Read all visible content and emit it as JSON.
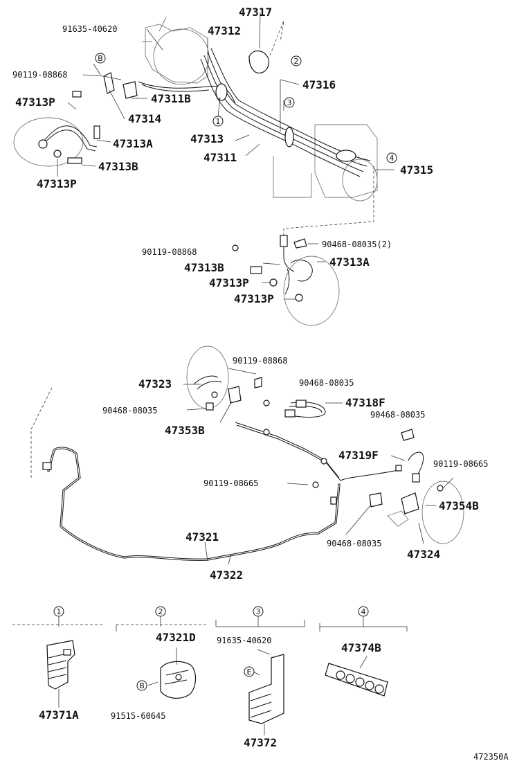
{
  "labels": {
    "p91635_40620_top": "91635-40620",
    "p47317": "47317",
    "p47312": "47312",
    "p90119_08868_a": "90119-08868",
    "p47311B": "47311B",
    "p47313P_a": "47313P",
    "p47314": "47314",
    "p47316": "47316",
    "p47313A_a": "47313A",
    "p47313_top": "47313",
    "p47311": "47311",
    "p47315": "47315",
    "p47313B_a": "47313B",
    "p47313P_b": "47313P",
    "p90119_08868_b": "90119-08868",
    "p90468_08035_2": "90468-08035(2)",
    "p47313B_b": "47313B",
    "p47313A_b": "47313A",
    "p47313P_c": "47313P",
    "p47313P_d": "47313P",
    "p90119_08868_c": "90119-08868",
    "p47323": "47323",
    "p90468_08035_a": "90468-08035",
    "p90468_08035_b": "90468-08035",
    "p47318F": "47318F",
    "p47353B": "47353B",
    "p90468_08035_c": "90468-08035",
    "p47319F": "47319F",
    "p90119_08665_a": "90119-08665",
    "p90119_08665_b": "90119-08665",
    "p47354B": "47354B",
    "p47321": "47321",
    "p90468_08035_d": "90468-08035",
    "p47324": "47324",
    "p47322": "47322",
    "p47321D": "47321D",
    "p91635_40620_b": "91635-40620",
    "p47374B": "47374B",
    "p47371A": "47371A",
    "p91515_60645": "91515-60645",
    "p47372": "47372"
  },
  "callouts": {
    "c1": "1",
    "c2": "2",
    "c3": "3",
    "c4": "4",
    "cB": "B",
    "cB2": "B",
    "cE": "E",
    "k1": "1",
    "k2": "2",
    "k3": "3",
    "k4": "4"
  },
  "diagram_code": "472350A"
}
